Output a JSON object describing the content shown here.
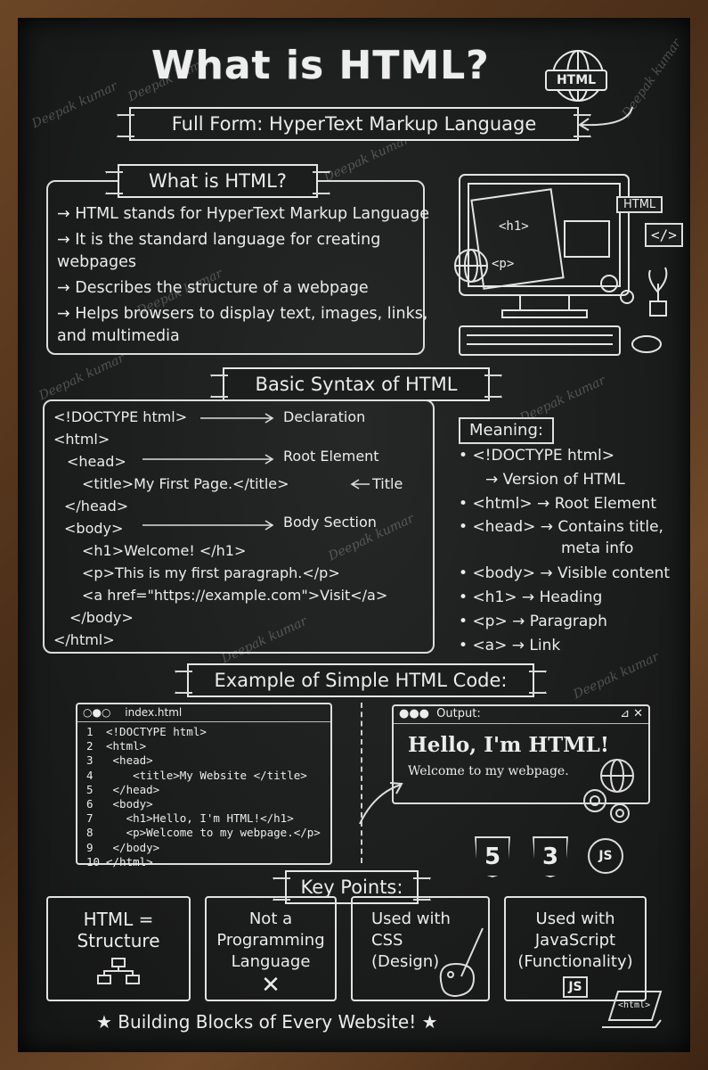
{
  "title": "What is HTML?",
  "globe_label": "HTML",
  "full_form": "Full Form: HyperText Markup Language",
  "watermark": "Deepak kumar",
  "section1": {
    "heading": "What is HTML?",
    "points": [
      "HTML stands for HyperText Markup Language",
      "It is the standard language for creating webpages",
      "Describes the structure of a webpage",
      "Helps browsers to display text, images, links, and multimedia"
    ]
  },
  "illustration": {
    "h1": "<h1>",
    "p": "<p>",
    "html": "HTML",
    "code": "</>"
  },
  "section2": {
    "heading": "Basic Syntax of HTML",
    "code_lines": [
      "<!DOCTYPE html>",
      "<html>",
      "<head>",
      "<title>My First Page.</title>",
      "</head>",
      "<body>",
      "<h1>Welcome! </h1>",
      "<p>This is my first paragraph.</p>",
      "<a href=\"https://example.com\">Visit</a>",
      "</body>",
      "</html>"
    ],
    "labels": {
      "declaration": "Declaration",
      "root": "Root Element",
      "title": "Title",
      "body": "Body Section"
    },
    "meaning_heading": "Meaning:",
    "meanings": [
      "<!DOCTYPE html>",
      "→ Version of HTML",
      "<html> → Root Element",
      "<head> → Contains title,",
      "meta info",
      "<body> → Visible content",
      "<h1> → Heading",
      "<p> → Paragraph",
      "<a> → Link"
    ]
  },
  "section3": {
    "heading": "Example of Simple HTML Code:",
    "filename": "index.html",
    "lines": [
      {
        "n": "1",
        "code": "<!DOCTYPE html>"
      },
      {
        "n": "2",
        "code": "<html>"
      },
      {
        "n": "3",
        "code": " <head>"
      },
      {
        "n": "4",
        "code": "    <title>My Website </title>"
      },
      {
        "n": "5",
        "code": " </head>"
      },
      {
        "n": "6",
        "code": " <body>"
      },
      {
        "n": "7",
        "code": "   <h1>Hello, I'm HTML!</h1>"
      },
      {
        "n": "8",
        "code": "   <p>Welcome to my webpage.</p>"
      },
      {
        "n": "9",
        "code": " </body>"
      },
      {
        "n": "10",
        "code": "</html>"
      }
    ],
    "output_label": "Output:",
    "output_heading": "Hello, I'm HTML!",
    "output_text": "Welcome to my webpage.",
    "badges": {
      "html5": "5",
      "css3": "3",
      "js": "JS"
    }
  },
  "section4": {
    "heading": "Key Points:",
    "cards": [
      {
        "text": "HTML = Structure"
      },
      {
        "text": "Not a Programming Language"
      },
      {
        "text": "Used with CSS (Design)"
      },
      {
        "text": "Used with JavaScript (Functionality)",
        "badge": "JS"
      }
    ],
    "footer": "Building Blocks of Every Website!",
    "laptop_label": "<html>"
  }
}
